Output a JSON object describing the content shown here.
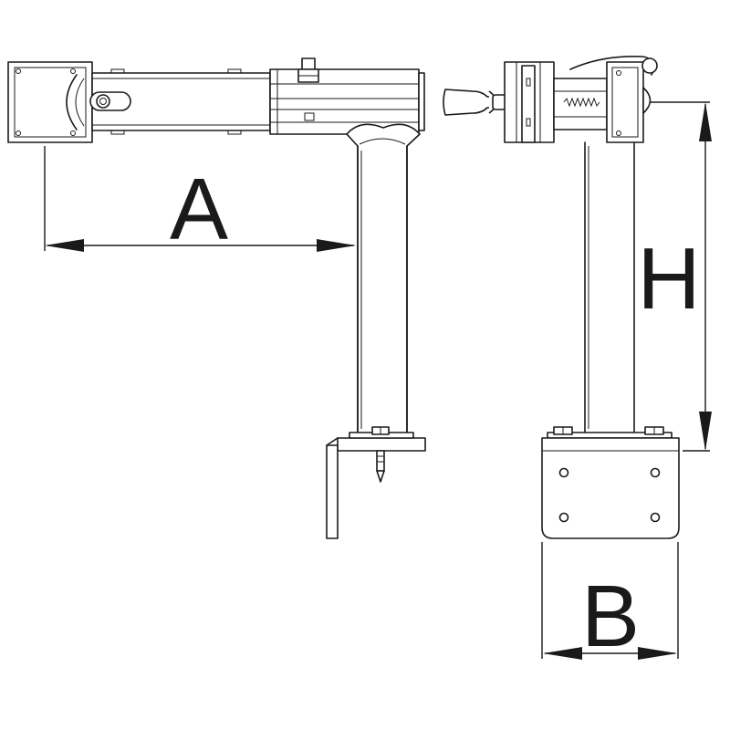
{
  "dimensions": {
    "a_label": "A",
    "h_label": "H",
    "b_label": "B"
  }
}
